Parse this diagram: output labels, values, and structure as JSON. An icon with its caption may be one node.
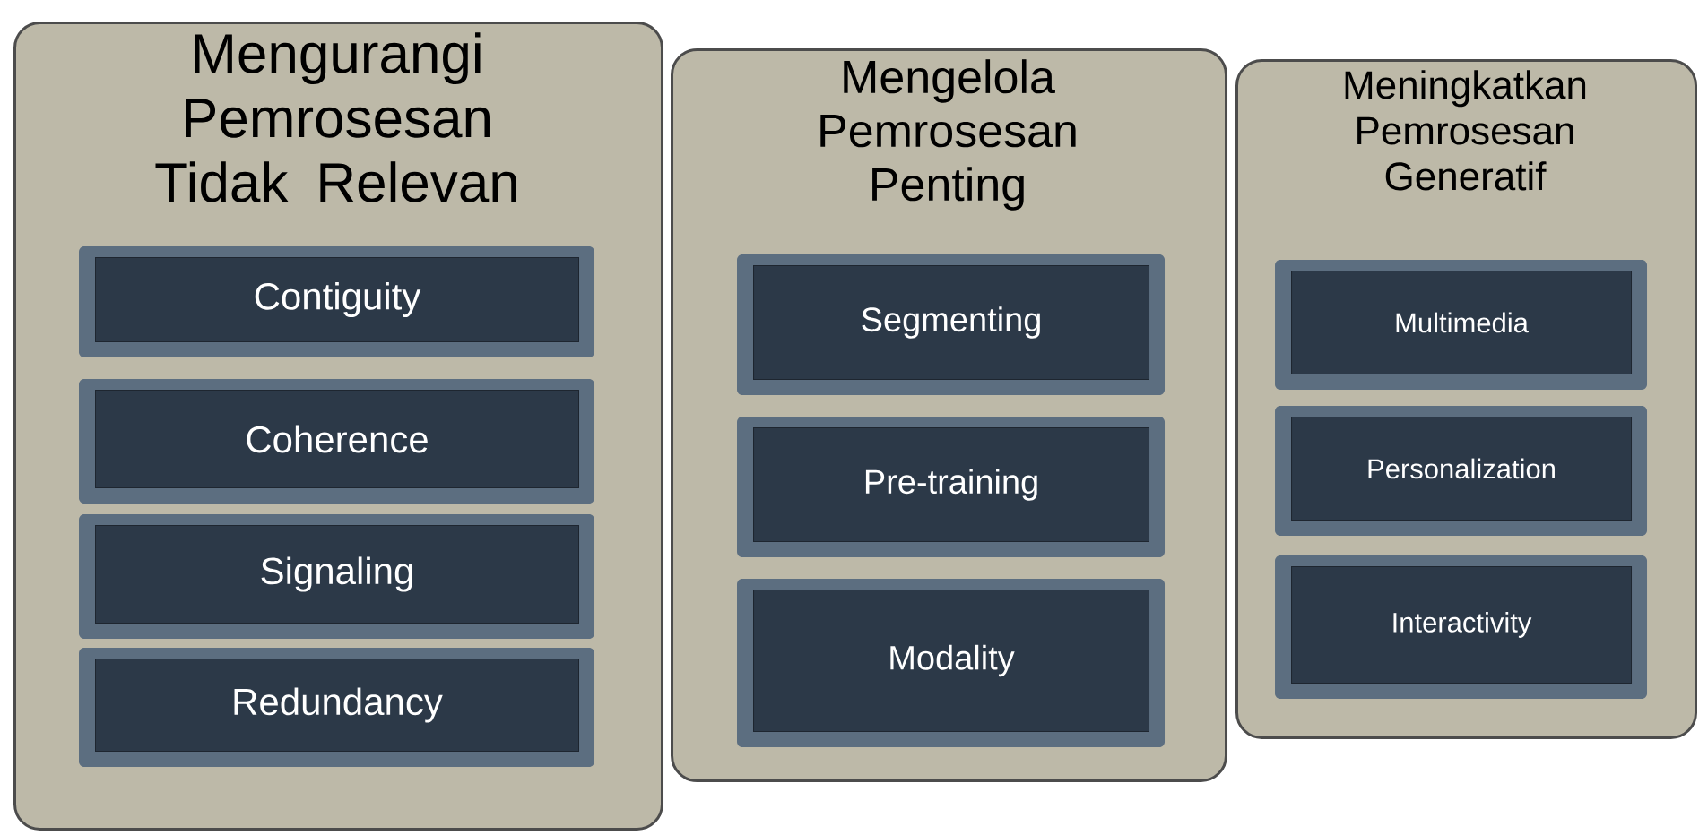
{
  "diagram": {
    "nodes": [
      {
        "text": [
          "Mengurangi Pemrosesan Tidak Relevan"
        ]
      },
      {
        "text": [
          "Contiguity"
        ],
        "in": 0
      },
      {
        "text": [
          "Coherence"
        ],
        "in": 0
      },
      {
        "text": [
          "Signaling"
        ],
        "in": 0
      },
      {
        "text": [
          "Redundancy"
        ],
        "in": 0
      },
      {
        "text": [
          "Mengelola Pemrosesan Penting"
        ]
      },
      {
        "text": [
          "Segmenting"
        ],
        "in": 5
      },
      {
        "text": [
          "Pre-training"
        ],
        "in": 5
      },
      {
        "text": [
          "Modality"
        ],
        "in": 5
      },
      {
        "text": [
          "Meningkatkan Pemrosesan Generatif"
        ]
      },
      {
        "text": [
          "Multimedia"
        ],
        "in": 9
      },
      {
        "text": [
          "Personalization"
        ],
        "in": 9
      },
      {
        "text": [
          "Interactivity"
        ],
        "in": 9
      }
    ]
  }
}
